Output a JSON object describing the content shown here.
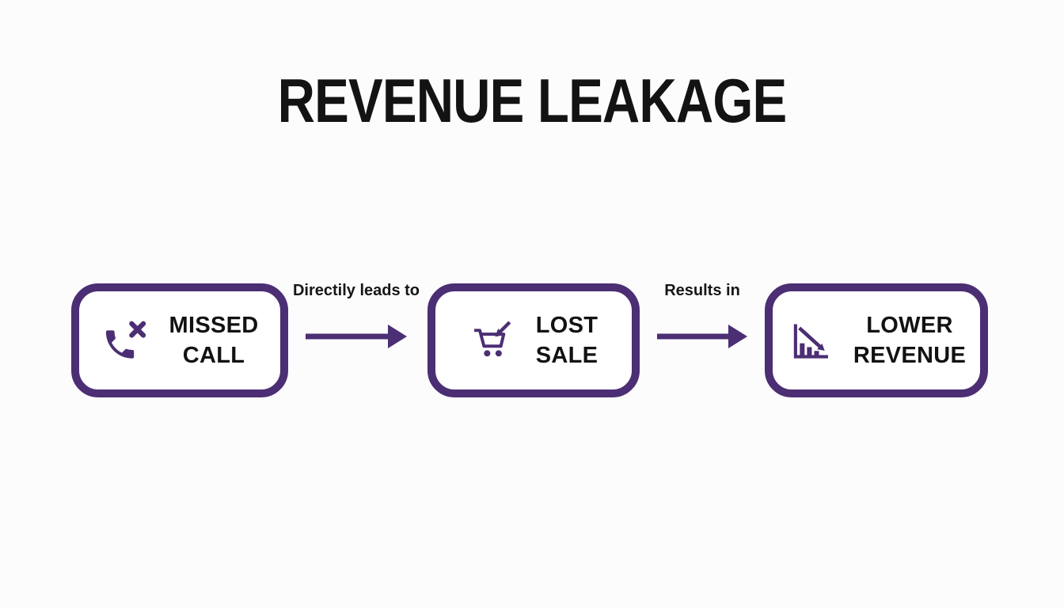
{
  "title": "REVENUE LEAKAGE",
  "colors": {
    "accent_purple": "#4b2e73",
    "text_black": "#121212",
    "node_fill": "#ffffff",
    "background": "#fcfcfd"
  },
  "flow": {
    "nodes": [
      {
        "id": "missed-call",
        "label_line1": "MISSED",
        "label_line2": "CALL",
        "icon": "missed-call-phone-icon"
      },
      {
        "id": "lost-sale",
        "label_line1": "LOST",
        "label_line2": "SALE",
        "icon": "lost-sale-cart-icon"
      },
      {
        "id": "lower-revenue",
        "label_line1": "LOWER",
        "label_line2": "REVENUE",
        "icon": "declining-chart-icon"
      }
    ],
    "connectors": [
      {
        "label": "Directily leads to"
      },
      {
        "label": "Results in"
      }
    ]
  }
}
